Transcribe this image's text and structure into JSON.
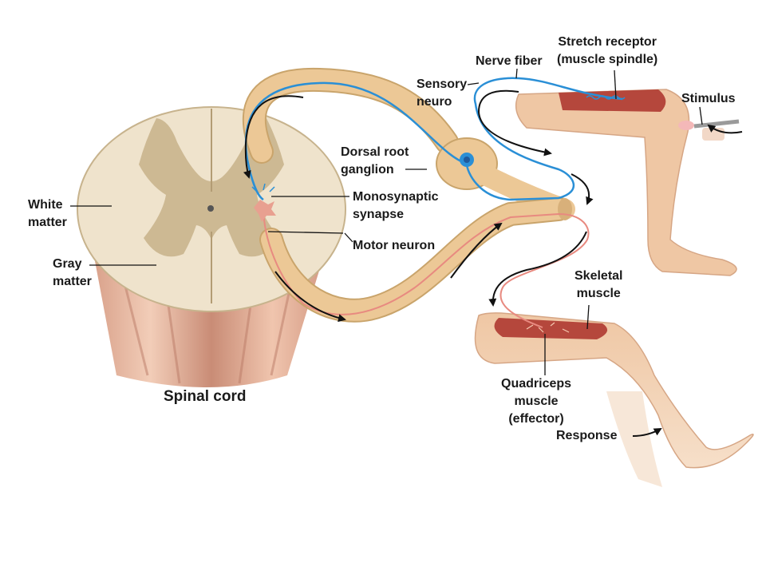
{
  "labels": {
    "stretch_receptor": "Stretch receptor\n(muscle spindle)",
    "nerve_fiber": "Nerve fiber",
    "sensory_neuron": "Sensory\nneuro",
    "stimulus": "Stimulus",
    "dorsal_root_ganglion": "Dorsal root\nganglion",
    "white_matter": "White\nmatter",
    "monosynaptic_synapse": "Monosynaptic\nsynapse",
    "motor_neuron": "Motor neuron",
    "gray_matter": "Gray\nmatter",
    "skeletal_muscle": "Skeletal\nmuscle",
    "spinal_cord": "Spinal cord",
    "quadriceps": "Quadriceps\nmuscle\n(effector)",
    "response": "Response"
  },
  "colors": {
    "sensory_pathway": "#2a8fd6",
    "motor_pathway": "#e88a80",
    "nerve": "#e8c48f",
    "muscle": "#b5473c",
    "skin": "#efc7a4",
    "white_matter": "#efe3cc",
    "gray_matter": "#c9b48d"
  }
}
